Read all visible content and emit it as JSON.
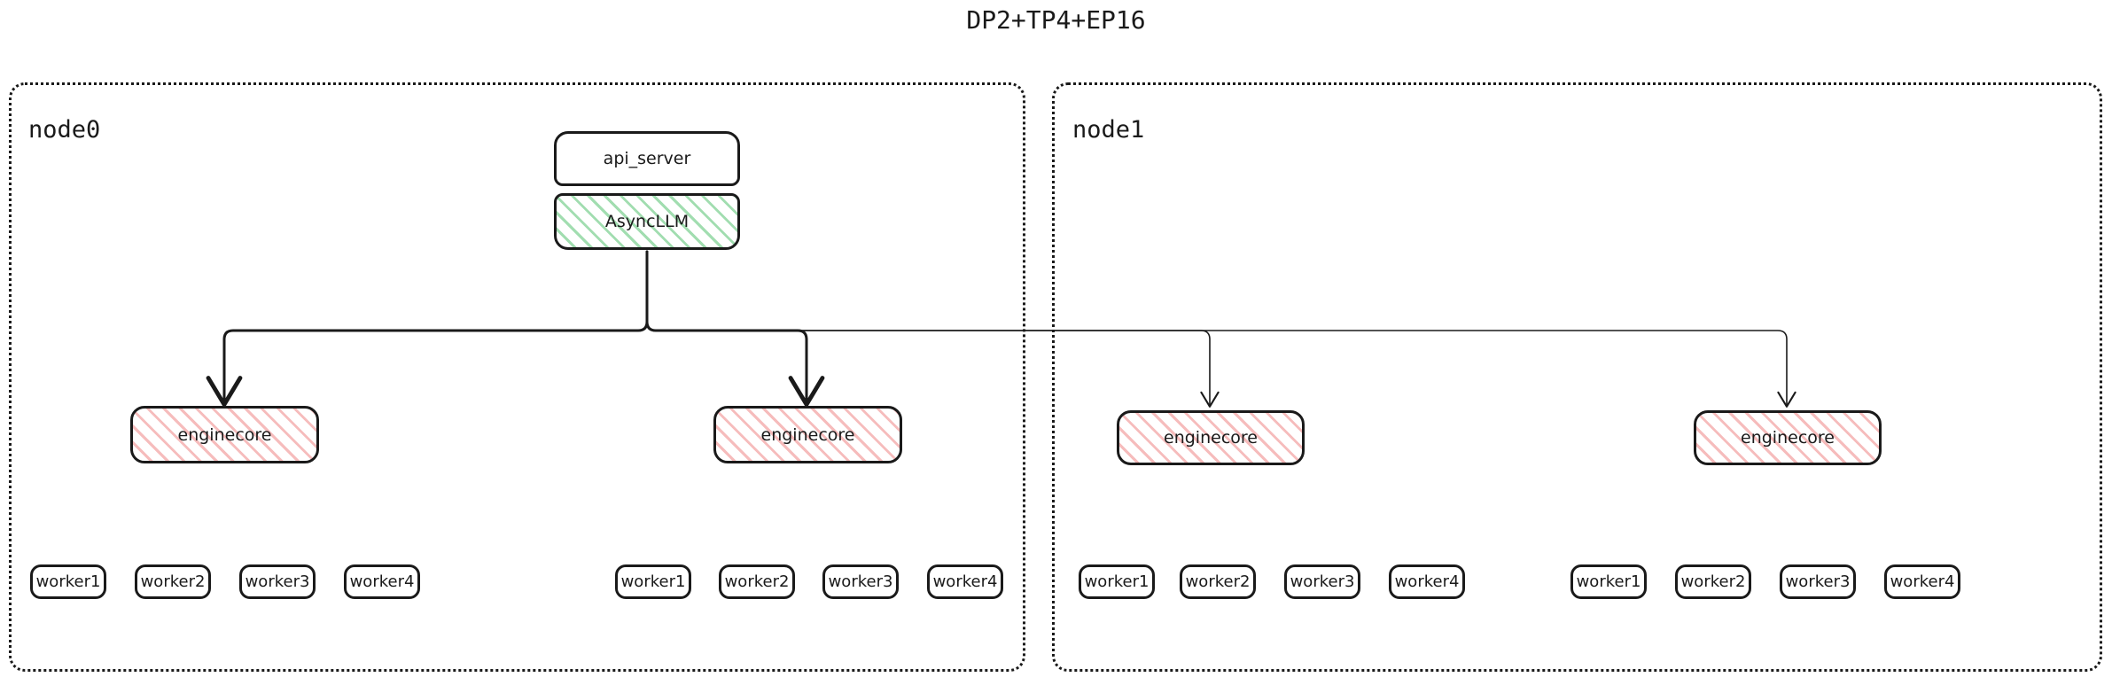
{
  "title": "DP2+TP4+EP16",
  "colors": {
    "stroke": "#1a1a1a",
    "engine_hatch": "#f3a6a6",
    "asyncllm_hatch": "#82d296",
    "background": "#ffffff"
  },
  "nodes": [
    {
      "id": "node0",
      "label": "node0",
      "top_boxes": [
        {
          "name": "api_server",
          "label": "api_server",
          "style": "plain"
        },
        {
          "name": "AsyncLLM",
          "label": "AsyncLLM",
          "style": "hatch-green"
        }
      ],
      "enginecores": [
        {
          "label": "enginecore",
          "style": "hatch-pink"
        },
        {
          "label": "enginecore",
          "style": "hatch-pink"
        }
      ],
      "worker_groups": [
        {
          "workers": [
            "worker1",
            "worker2",
            "worker3",
            "worker4"
          ]
        },
        {
          "workers": [
            "worker1",
            "worker2",
            "worker3",
            "worker4"
          ]
        }
      ]
    },
    {
      "id": "node1",
      "label": "node1",
      "top_boxes": [],
      "enginecores": [
        {
          "label": "enginecore",
          "style": "hatch-pink"
        },
        {
          "label": "enginecore",
          "style": "hatch-pink"
        }
      ],
      "worker_groups": [
        {
          "workers": [
            "worker1",
            "worker2",
            "worker3",
            "worker4"
          ]
        },
        {
          "workers": [
            "worker1",
            "worker2",
            "worker3",
            "worker4"
          ]
        }
      ]
    }
  ],
  "edges": {
    "description": "AsyncLLM fans out to four enginecore processes across node0 and node1",
    "count": 4,
    "arrow_style": "solid-line-open-arrowhead"
  }
}
